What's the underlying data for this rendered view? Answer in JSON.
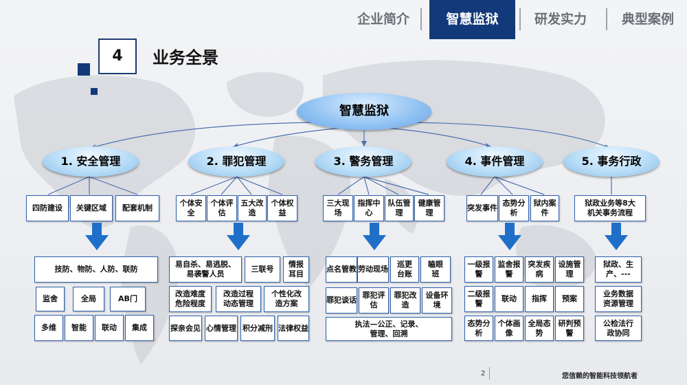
{
  "nav": {
    "items": [
      "企业简介",
      "智慧监狱",
      "研发实力",
      "典型案例"
    ],
    "active_index": 1
  },
  "section": {
    "number": "4",
    "title": "业务全景"
  },
  "root": {
    "label": "智慧监狱"
  },
  "categories": [
    {
      "label": "1. 安全管理",
      "subitems": [
        "四防建设",
        "关键区域",
        "配套机制"
      ],
      "details": [
        "技防、物防、人防、联防",
        "监舍",
        "全局",
        "AB门",
        "多维",
        "智能",
        "联动",
        "集成"
      ]
    },
    {
      "label": "2. 罪犯管理",
      "subitems": [
        "个体安全",
        "个体评估",
        "五大改造",
        "个体权益"
      ],
      "details": [
        "易自杀、易逃脱、易袭警人员",
        "三联号",
        "情报耳目",
        "改造难度危险程度",
        "改造过程动态管理",
        "个性化改造方案",
        "探亲会见",
        "心情管理",
        "积分减刑",
        "法律权益"
      ]
    },
    {
      "label": "3. 警务管理",
      "subitems": [
        "三大现场",
        "指挥中心",
        "队伍管理",
        "健康管理"
      ],
      "details": [
        "点名管教",
        "劳动现场",
        "巡更台账",
        "瞌眼班",
        "罪犯谈话",
        "罪犯评估",
        "罪犯改造",
        "设备环境",
        "执法—公正、记录、管理、回溯"
      ]
    },
    {
      "label": "4. 事件管理",
      "subitems": [
        "突发事件",
        "态势分析",
        "狱内案件"
      ],
      "details": [
        "一级报警",
        "监舍报警",
        "突发疾病",
        "设施管理",
        "二级报警",
        "联动",
        "指挥",
        "预案",
        "态势分析",
        "个体画像",
        "全局态势",
        "研判预警"
      ]
    },
    {
      "label": "5. 事务行政",
      "subitems": [
        "狱政业务等8大机关事务流程"
      ],
      "details": [
        "狱政、生产、---",
        "业务数据资源管理",
        "公检法行政协同"
      ]
    }
  ],
  "footer": {
    "page": "2",
    "slogan": "您信赖的智能科技领航者"
  },
  "colors": {
    "brand": "#123a7a",
    "arrow": "#1f6fc9",
    "box_border": "#2d5fa8",
    "line": "#4a6fb0"
  }
}
